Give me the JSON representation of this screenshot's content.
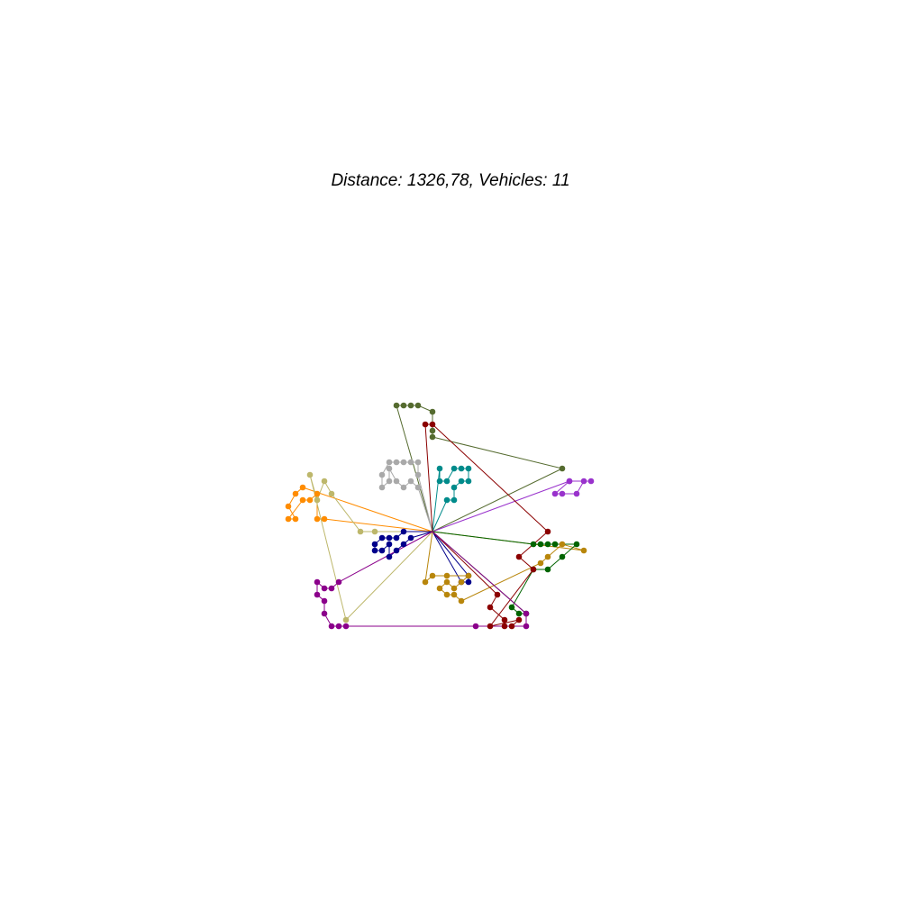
{
  "chart_data": {
    "type": "scatter",
    "title": "Distance: 1326,78, Vehicles: 11",
    "xlabel": "",
    "ylabel": "",
    "grid": false,
    "axes_visible": false,
    "xlim": [
      0,
      100
    ],
    "ylim": [
      0,
      100
    ],
    "depot": [
      40,
      50
    ],
    "series": [
      {
        "color": "#556b2f",
        "points": [
          [
            40,
            50
          ],
          [
            58,
            60
          ],
          [
            40,
            65
          ],
          [
            40,
            66
          ],
          [
            40,
            69
          ],
          [
            38,
            70
          ],
          [
            37,
            70
          ],
          [
            36,
            70
          ],
          [
            35,
            70
          ],
          [
            40,
            50
          ]
        ]
      },
      {
        "color": "#9932cc",
        "points": [
          [
            40,
            50
          ],
          [
            59,
            58
          ],
          [
            62,
            58
          ],
          [
            61,
            58
          ],
          [
            60,
            56
          ],
          [
            58,
            56
          ],
          [
            57,
            56
          ],
          [
            59,
            58
          ],
          [
            40,
            50
          ]
        ]
      },
      {
        "color": "#008b8b",
        "points": [
          [
            40,
            50
          ],
          [
            42,
            55
          ],
          [
            43,
            55
          ],
          [
            43,
            57
          ],
          [
            44,
            58
          ],
          [
            45,
            58
          ],
          [
            45,
            60
          ],
          [
            44,
            60
          ],
          [
            43,
            60
          ],
          [
            42,
            58
          ],
          [
            41,
            58
          ],
          [
            41,
            60
          ],
          [
            40,
            50
          ]
        ]
      },
      {
        "color": "#a9a9a9",
        "points": [
          [
            40,
            50
          ],
          [
            38,
            57
          ],
          [
            37,
            58
          ],
          [
            36,
            57
          ],
          [
            35,
            58
          ],
          [
            34,
            60
          ],
          [
            34,
            58
          ],
          [
            33,
            57
          ],
          [
            33,
            59
          ],
          [
            34,
            61
          ],
          [
            35,
            61
          ],
          [
            36,
            61
          ],
          [
            37,
            61
          ],
          [
            38,
            61
          ],
          [
            38,
            59
          ],
          [
            40,
            50
          ]
        ]
      },
      {
        "color": "#ff8c00",
        "points": [
          [
            40,
            50
          ],
          [
            25,
            52
          ],
          [
            24,
            52
          ],
          [
            24,
            56
          ],
          [
            23,
            55
          ],
          [
            22,
            55
          ],
          [
            20,
            52
          ],
          [
            21,
            52
          ],
          [
            20,
            54
          ],
          [
            21,
            56
          ],
          [
            22,
            57
          ],
          [
            40,
            50
          ]
        ]
      },
      {
        "color": "#bdb76b",
        "points": [
          [
            40,
            50
          ],
          [
            32,
            50
          ],
          [
            30,
            50
          ],
          [
            26,
            56
          ],
          [
            25,
            58
          ],
          [
            24,
            55
          ],
          [
            23,
            59
          ],
          [
            28,
            36
          ],
          [
            40,
            50
          ]
        ]
      },
      {
        "color": "#00008b",
        "points": [
          [
            40,
            50
          ],
          [
            36,
            50
          ],
          [
            35,
            49
          ],
          [
            34,
            49
          ],
          [
            33,
            49
          ],
          [
            32,
            48
          ],
          [
            32,
            47
          ],
          [
            33,
            47
          ],
          [
            34,
            48
          ],
          [
            34,
            46
          ],
          [
            35,
            47
          ],
          [
            36,
            48
          ],
          [
            37,
            49
          ],
          [
            40,
            50
          ],
          [
            45,
            43
          ],
          [
            45,
            42
          ],
          [
            44,
            42
          ],
          [
            40,
            50
          ]
        ]
      },
      {
        "color": "#b8860b",
        "points": [
          [
            40,
            50
          ],
          [
            61,
            47
          ],
          [
            58,
            48
          ],
          [
            56,
            46
          ],
          [
            55,
            45
          ],
          [
            44,
            39
          ],
          [
            43,
            40
          ],
          [
            42,
            40
          ],
          [
            41,
            41
          ],
          [
            42,
            42
          ],
          [
            43,
            41
          ],
          [
            44,
            42
          ],
          [
            45,
            43
          ],
          [
            42,
            43
          ],
          [
            40,
            43
          ],
          [
            39,
            42
          ],
          [
            40,
            50
          ]
        ]
      },
      {
        "color": "#006400",
        "points": [
          [
            40,
            50
          ],
          [
            54,
            48
          ],
          [
            55,
            48
          ],
          [
            56,
            48
          ],
          [
            57,
            48
          ],
          [
            60,
            48
          ],
          [
            58,
            46
          ],
          [
            56,
            44
          ],
          [
            54,
            44
          ],
          [
            51,
            38
          ],
          [
            52,
            37
          ],
          [
            53,
            37
          ],
          [
            40,
            50
          ]
        ]
      },
      {
        "color": "#8b0000",
        "points": [
          [
            40,
            50
          ],
          [
            49,
            40
          ],
          [
            48,
            38
          ],
          [
            50,
            36
          ],
          [
            50,
            35
          ],
          [
            51,
            35
          ],
          [
            52,
            36
          ],
          [
            48,
            35
          ],
          [
            54,
            44
          ],
          [
            52,
            46
          ],
          [
            56,
            50
          ],
          [
            40,
            67
          ],
          [
            39,
            67
          ],
          [
            40,
            50
          ]
        ]
      },
      {
        "color": "#8b008b",
        "points": [
          [
            40,
            50
          ],
          [
            53,
            37
          ],
          [
            53,
            35
          ],
          [
            46,
            35
          ],
          [
            28,
            35
          ],
          [
            27,
            35
          ],
          [
            26,
            35
          ],
          [
            25,
            37
          ],
          [
            25,
            39
          ],
          [
            24,
            40
          ],
          [
            24,
            42
          ],
          [
            25,
            41
          ],
          [
            26,
            41
          ],
          [
            27,
            42
          ],
          [
            40,
            50
          ]
        ]
      }
    ]
  }
}
